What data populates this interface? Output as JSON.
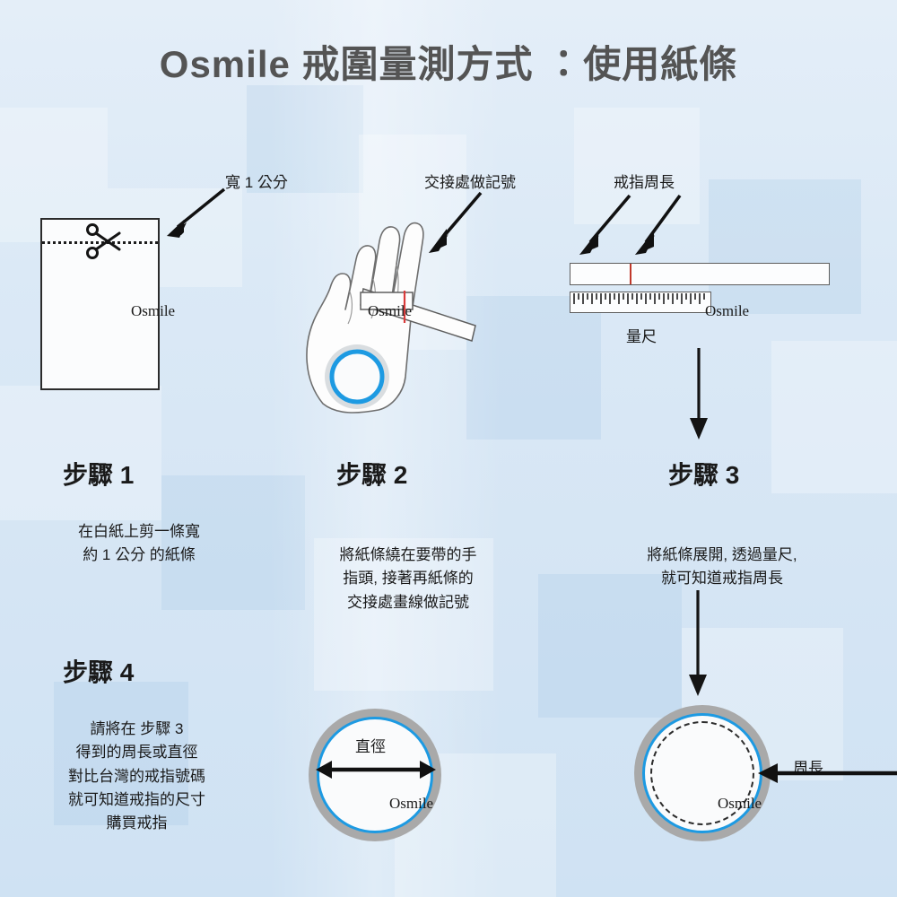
{
  "page": {
    "title": "Osmile 戒圍量測方式 ：使用紙條",
    "background_color": "#dbe9f6",
    "title_color": "#545454",
    "accent_blue": "#1d9ae2",
    "ring_gray": "#a9a9a9",
    "mark_red": "#c0392b"
  },
  "watermarks": {
    "paper": "Osmile",
    "hand": "Osmile",
    "ruler": "Osmile",
    "diameter": "Osmile",
    "circumference": "Osmile"
  },
  "callouts": {
    "width_1cm": "寬 1 公分",
    "mark_joint": "交接處做記號",
    "ring_circumference": "戒指周長",
    "ruler": "量尺",
    "diameter": "直徑",
    "circumference": "周長"
  },
  "steps": [
    {
      "id": "step-1",
      "heading": "步驟 1",
      "lines": [
        "在白紙上剪一條寬",
        "約 1 公分 的紙條"
      ],
      "body": "在白紙上剪一條寬\n約 1 公分 的紙條"
    },
    {
      "id": "step-2",
      "heading": "步驟 2",
      "lines": [
        "將紙條繞在要帶的手",
        "指頭, 接著再紙條的",
        "交接處畫線做記號"
      ],
      "body": "將紙條繞在要帶的手\n指頭, 接著再紙條的\n交接處畫線做記號"
    },
    {
      "id": "step-3",
      "heading": "步驟 3",
      "lines": [
        "將紙條展開, 透過量尺,",
        "就可知道戒指周長"
      ],
      "body": "將紙條展開, 透過量尺,\n就可知道戒指周長"
    },
    {
      "id": "step-4",
      "heading": "步驟 4",
      "lines": [
        "請將在 步驟 3",
        "得到的周長或直徑",
        "對比台灣的戒指號碼",
        "就可知道戒指的尺寸",
        "購買戒指"
      ],
      "body": "請將在 步驟 3\n得到的周長或直徑\n對比台灣的戒指號碼\n就可知道戒指的尺寸\n購買戒指"
    }
  ],
  "icons": {
    "scissors": "scissors-icon",
    "hand": "hand-icon",
    "ruler": "ruler-icon",
    "paper_strip": "paper-strip-icon",
    "ring_diameter": "ring-diameter-icon",
    "ring_circumference": "ring-circumference-icon",
    "arrow_down": "arrow-down-icon",
    "arrow_left": "arrow-left-icon",
    "arrow_double": "arrow-double-head-icon"
  }
}
